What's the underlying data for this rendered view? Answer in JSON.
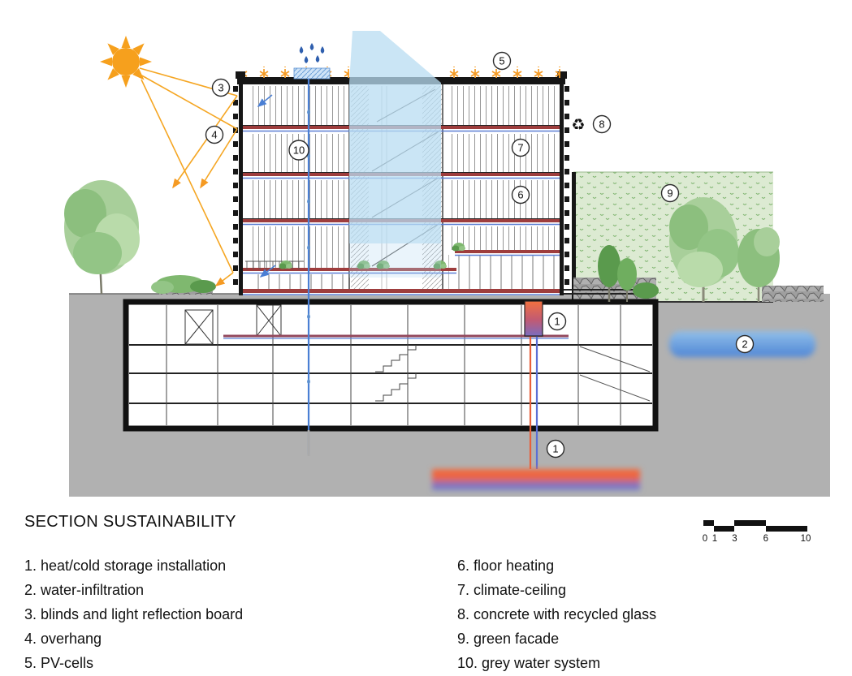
{
  "title": "SECTION SUSTAINABILITY",
  "legend": {
    "left": [
      {
        "text": "1. heat/cold storage installation"
      },
      {
        "text": "2. water-infiltration"
      },
      {
        "text": "3. blinds and light reflection board"
      },
      {
        "text": "4. overhang"
      },
      {
        "text": "5. PV-cells"
      }
    ],
    "right": [
      {
        "text": "6. floor heating"
      },
      {
        "text": "7. climate-ceiling"
      },
      {
        "text": "8. concrete with recycled glass"
      },
      {
        "text": "9. green facade"
      },
      {
        "text": "10. grey water system"
      }
    ]
  },
  "markers": {
    "m1_riser": "1",
    "m1_storage": "1",
    "m2": "2",
    "m3": "3",
    "m4": "4",
    "m5": "5",
    "m6": "6",
    "m7": "7",
    "m8": "8",
    "m9": "9",
    "m10": "10"
  },
  "icons": {
    "recycle": "♻"
  },
  "scale_bar": {
    "numbers": [
      "0",
      "1",
      "3",
      "6",
      "10"
    ]
  },
  "colors": {
    "sun_orange": "#f6a01d",
    "pv_orange": "#f59a23",
    "floor_slab_red": "#9e3d3d",
    "climate_ceiling_blue": "#5b7fd4",
    "grey_water_blue": "#4a7fd4",
    "daylight_blue": "#b8dcf2",
    "ground_grey": "#b1b1b1",
    "green_facade": "#dcead2",
    "heat_orange": "#f26a3a",
    "cold_blue": "#6b7ed0",
    "infiltration_blue": "#4a84d8"
  }
}
